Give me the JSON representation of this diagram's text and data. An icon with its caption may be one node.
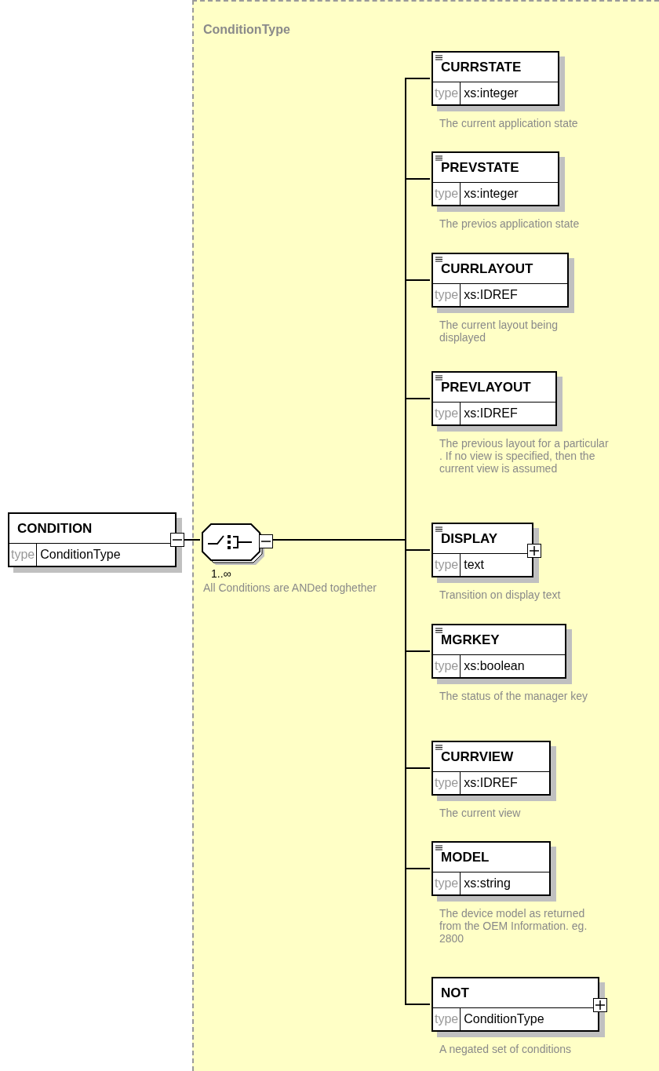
{
  "diagram": {
    "nodes": [
      {
        "text": [
          "ConditionType"
        ]
      },
      {
        "text": [
          "CONDITION",
          "type",
          "ConditionType"
        ]
      },
      {
        "text": [],
        "shape": "octagon",
        "in": 0,
        "beside": [
          "1..∞",
          "All Conditions are ANDed toghether"
        ]
      },
      {
        "text": [
          "CURRSTATE",
          "type",
          "xs:integer"
        ],
        "in": 0,
        "beside": [
          "The current application state"
        ]
      },
      {
        "text": [
          "PREVSTATE",
          "type",
          "xs:integer"
        ],
        "in": 0,
        "beside": [
          "The previos application state"
        ]
      },
      {
        "text": [
          "CURRLAYOUT",
          "type",
          "xs:IDREF"
        ],
        "in": 0,
        "beside": [
          "The current layout being displayed"
        ]
      },
      {
        "text": [
          "PREVLAYOUT",
          "type",
          "xs:IDREF"
        ],
        "in": 0,
        "beside": [
          "The previous layout for a particular . If no view is specified, then the current view is assumed"
        ]
      },
      {
        "text": [
          "DISPLAY",
          "type",
          "text"
        ],
        "in": 0,
        "beside": [
          "Transition on display text"
        ]
      },
      {
        "text": [
          "MGRKEY",
          "type",
          "xs:boolean"
        ],
        "in": 0,
        "beside": [
          "The status of the manager key"
        ]
      },
      {
        "text": [
          "CURRVIEW",
          "type",
          "xs:IDREF"
        ],
        "in": 0,
        "beside": [
          "The current view"
        ]
      },
      {
        "text": [
          "MODEL",
          "type",
          "xs:string"
        ],
        "in": 0,
        "beside": [
          "The device model as returned from the OEM Information. eg. 2800"
        ]
      },
      {
        "text": [
          "NOT",
          "type",
          "ConditionType"
        ],
        "in": 0,
        "beside": [
          "A negated set of conditions"
        ]
      }
    ],
    "edges": [
      {
        "from": 1,
        "to": 2,
        "arrow": "none"
      },
      {
        "from": 2,
        "to": 3,
        "arrow": "none"
      },
      {
        "from": 2,
        "to": 4,
        "arrow": "none"
      },
      {
        "from": 2,
        "to": 5,
        "arrow": "none"
      },
      {
        "from": 2,
        "to": 6,
        "arrow": "none"
      },
      {
        "from": 2,
        "to": 7,
        "arrow": "none"
      },
      {
        "from": 2,
        "to": 8,
        "arrow": "none"
      },
      {
        "from": 2,
        "to": 9,
        "arrow": "none"
      },
      {
        "from": 2,
        "to": 10,
        "arrow": "none"
      },
      {
        "from": 2,
        "to": 11,
        "arrow": "none"
      }
    ]
  }
}
